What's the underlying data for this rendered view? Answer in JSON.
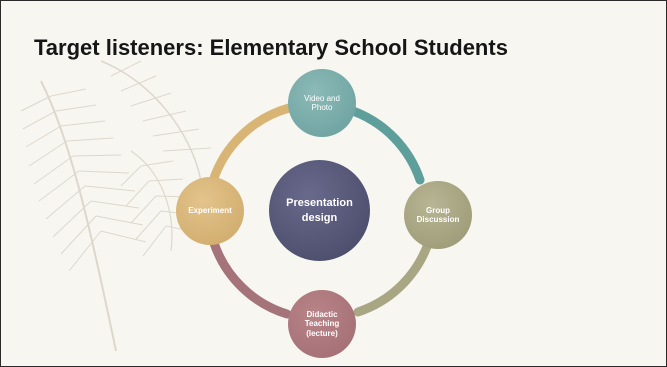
{
  "slide": {
    "title": "Target listeners: Elementary School Students"
  },
  "diagram": {
    "center": {
      "label_line1": "Presentation",
      "label_line2": "design",
      "color": "#4f506d"
    },
    "nodes": [
      {
        "id": "video",
        "line1": "Video and",
        "line2": "Photo",
        "color": "#79aeac"
      },
      {
        "id": "group",
        "line1": "Group",
        "line2": "Discussion",
        "color": "#a8a683"
      },
      {
        "id": "didactic",
        "line1": "Didactic",
        "line2": "Teaching",
        "line3": "(lecture)",
        "color": "#ad787d"
      },
      {
        "id": "experiment",
        "line1": "Experiment",
        "color": "#d9b678"
      }
    ],
    "ring_colors": [
      "#5f9f9b",
      "#a9a783",
      "#a5737a",
      "#d8b574"
    ]
  }
}
